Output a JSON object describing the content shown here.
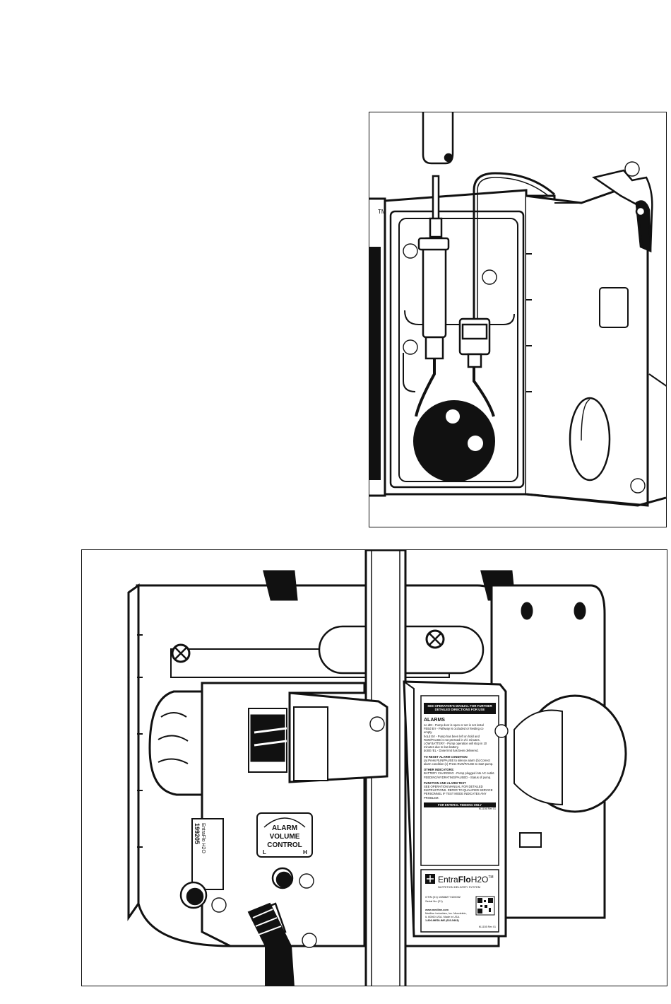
{
  "top_panel": {
    "trademark": "TM"
  },
  "bottom_panel": {
    "alarm_dial": {
      "line1": "ALARM",
      "line2": "VOLUME",
      "line3": "CONTROL",
      "low": "L",
      "high": "H"
    },
    "label_side": {
      "brand": "EntraFlo H2O",
      "model": "199205"
    },
    "instruction_label": {
      "header": "SEE OPERATOR'S MANUAL FOR FURTHER DETAILED DIRECTIONS FOR USE",
      "alarms_title": "ALARMS",
      "alarm_lines": [
        "no dEt - Pump door is open or set is not instal",
        "FEEd Err - Pathway is occluded or feeding co",
        "empty.",
        "hoLd Err - Pump has been left on hold and",
        "RUN/PAUSE is not pressed in 2½ minutes.",
        "LOW BATTERY - Pump operation will stop in 10",
        "minutes due to low battery.",
        "doSE rEL - Dose limit has been delivered."
      ],
      "reset_title": "TO RESET ALARM CONDITION",
      "reset_lines": [
        "(a) Press RUN/PAUSE to silence alarm (b) Correct",
        "alarm condition (c) Press RUN/PAUSE to start pump."
      ],
      "other_title": "OTHER INDICATORS:",
      "other_lines": [
        "BATTERY CHARGING - Pump plugged into AC outlet.",
        "FEEDING/HYDRATING/PAUSED - Status of pump."
      ],
      "function_title": "FUNCTION AND ALARM TEST",
      "function_lines": [
        "SEE OPERATION MANUAL FOR DETAILED",
        "INSTRUCTIONS. REFER TO QUALIFIED SERVICE",
        "PERSONNEL IF TEST MODE INDICATES ANY",
        "PROBLEM."
      ],
      "footer": "FOR ENTERAL FEEDING ONLY",
      "part_code": "M-1156 Rev 01"
    },
    "brand_label": {
      "brand_light": "Entra",
      "brand_bold": "Flo",
      "brand_tail": "H2O",
      "trademark": "TM",
      "subtitle": "NUTRITION DELIVERY SYSTEM",
      "gtin": "GTIN (01) 10888277420052",
      "serial": "Serial No (21)",
      "web": "www.medline.com",
      "company": "Medline Industries, Inc. Mundelein,",
      "country": "IL 60060 USA. Made in USA.",
      "phone": "1-800-MEDLINE (633-5463)",
      "part_code": "M-1155 Rev 01"
    }
  }
}
